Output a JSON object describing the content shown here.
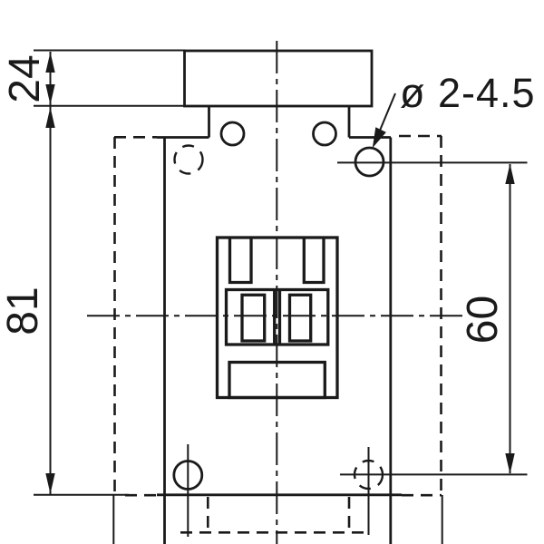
{
  "drawing": {
    "title": "limit-switch-front-view-technical-drawing",
    "dimensions": {
      "head_height": {
        "value": "24",
        "color": "#a6a6a6"
      },
      "body_height": {
        "value": "81",
        "color": "#1a1a1a"
      },
      "hole_spacing": {
        "value": "60",
        "color": "#1a1a1a"
      },
      "hole_callout": {
        "value": "ø 2-4.5",
        "color": "#1a1a1a"
      }
    },
    "colors": {
      "line": "#1a1a1a",
      "dim_highlight": "#a6a6a6",
      "background": "#ffffff"
    }
  }
}
